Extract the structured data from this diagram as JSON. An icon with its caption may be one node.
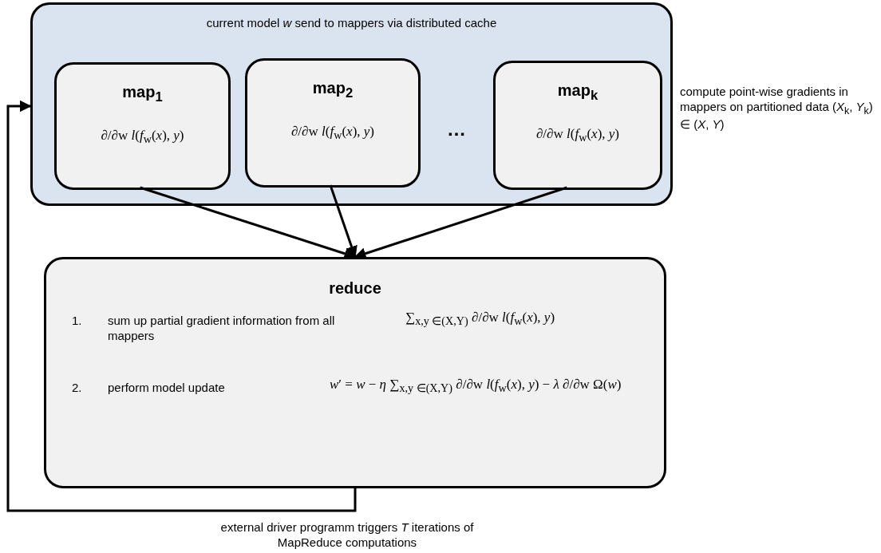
{
  "diagram": {
    "nodes": [
      {
        "text": [
          "current model *w* send to mappers via distributed cache"
        ]
      },
      {
        "text": [
          "map$_{1}$",
          "∂/∂w *l*(*f*$_{w}$(*x*), *y*)"
        ],
        "in": 0
      },
      {
        "text": [
          "map$_{2}$",
          "∂/∂w *l*(*f*$_{w}$(*x*), *y*)"
        ],
        "in": 0
      },
      {
        "text": [
          "map$_{k}$",
          "∂/∂w *l*(*f*$_{w}$(*x*), *y*)"
        ],
        "in": 0
      },
      {
        "text": [
          "reduce",
          "1.",
          "sum up partial gradient information from all mappers",
          "∑$_{x,y ∈(X,Y)}$ ∂/∂w *l*(*f*$_{w}$(*x*), *y*)",
          "2.",
          "perform model update",
          "*w*′ = *w* − *η* ∑$_{x,y ∈(X,Y)}$ ∂/∂w *l*(*f*$_{w}$(*x*), *y*) − *λ* ∂/∂w Ω(*w*)"
        ]
      }
    ],
    "edges": [
      {
        "from": 1,
        "to": 4,
        "arrow": "to"
      },
      {
        "from": 2,
        "to": 4,
        "arrow": "to"
      },
      {
        "from": 3,
        "to": 4,
        "arrow": "to"
      },
      {
        "from": 4,
        "to": 0,
        "arrow": "to"
      }
    ],
    "labels": [
      "…",
      "compute point-wise gradients in mappers on partitioned data (*X*$_{k}$, *Y*$_{k}$) ∈ (*X*, *Y*)",
      "external driver programm triggers *T* iterations of MapReduce computations"
    ]
  }
}
